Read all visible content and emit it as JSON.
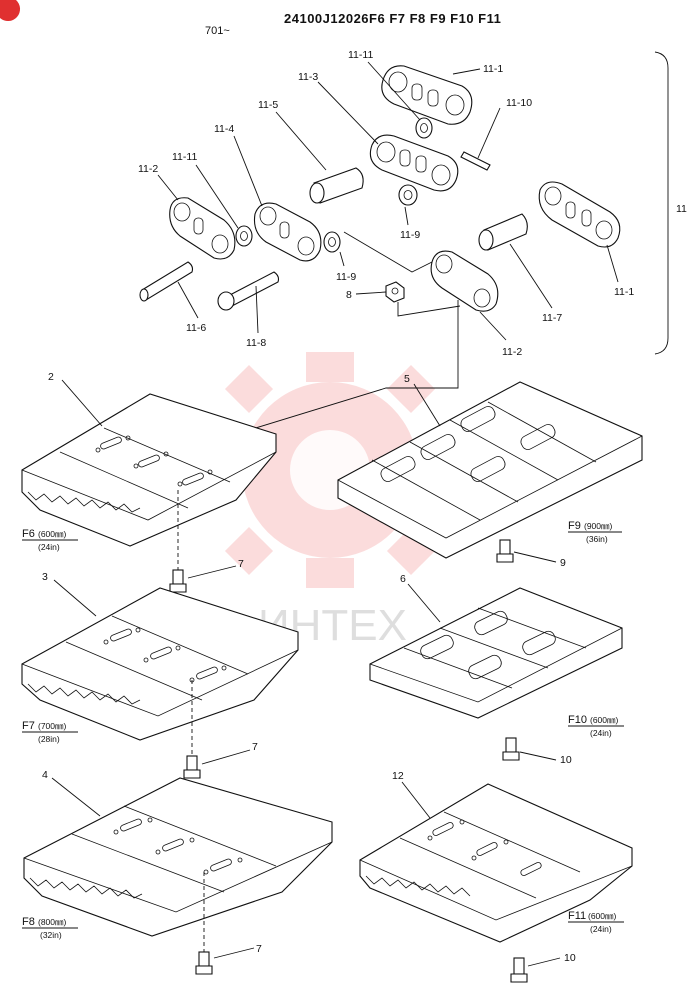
{
  "header": {
    "serial_range": "24100J12026F6 F7 F8 F9 F10 F11",
    "start_serial": "701~"
  },
  "watermark": {
    "text": "ИНТЕХ",
    "color": "#f08080"
  },
  "callouts": {
    "c11_1a": "11-1",
    "c11_1b": "11-1",
    "c11_2a": "11-2",
    "c11_2b": "11-2",
    "c11_3": "11-3",
    "c11_4": "11-4",
    "c11_5": "11-5",
    "c11_6": "11-6",
    "c11_7": "11-7",
    "c11_8": "11-8",
    "c11_9a": "11-9",
    "c11_9b": "11-9",
    "c11_10": "11-10",
    "c11_11a": "11-11",
    "c11_11b": "11-11",
    "c11": "11",
    "c8": "8",
    "c2": "2",
    "c3": "3",
    "c4": "4",
    "c5": "5",
    "c6": "6",
    "c12": "12",
    "c7a": "7",
    "c7b": "7",
    "c7c": "7",
    "c9": "9",
    "c10a": "10",
    "c10b": "10"
  },
  "shoe_captions": {
    "f6": {
      "name": "F6",
      "width": "(600㎜)",
      "inch": "(24in)"
    },
    "f7": {
      "name": "F7",
      "width": "(700㎜)",
      "inch": "(28in)"
    },
    "f8": {
      "name": "F8",
      "width": "(800㎜)",
      "inch": "(32in)"
    },
    "f9": {
      "name": "F9",
      "width": "(900㎜)",
      "inch": "(36in)"
    },
    "f10": {
      "name": "F10",
      "width": "(600㎜)",
      "inch": "(24in)"
    },
    "f11": {
      "name": "F11",
      "width": "(600㎜)",
      "inch": "(24in)"
    }
  }
}
